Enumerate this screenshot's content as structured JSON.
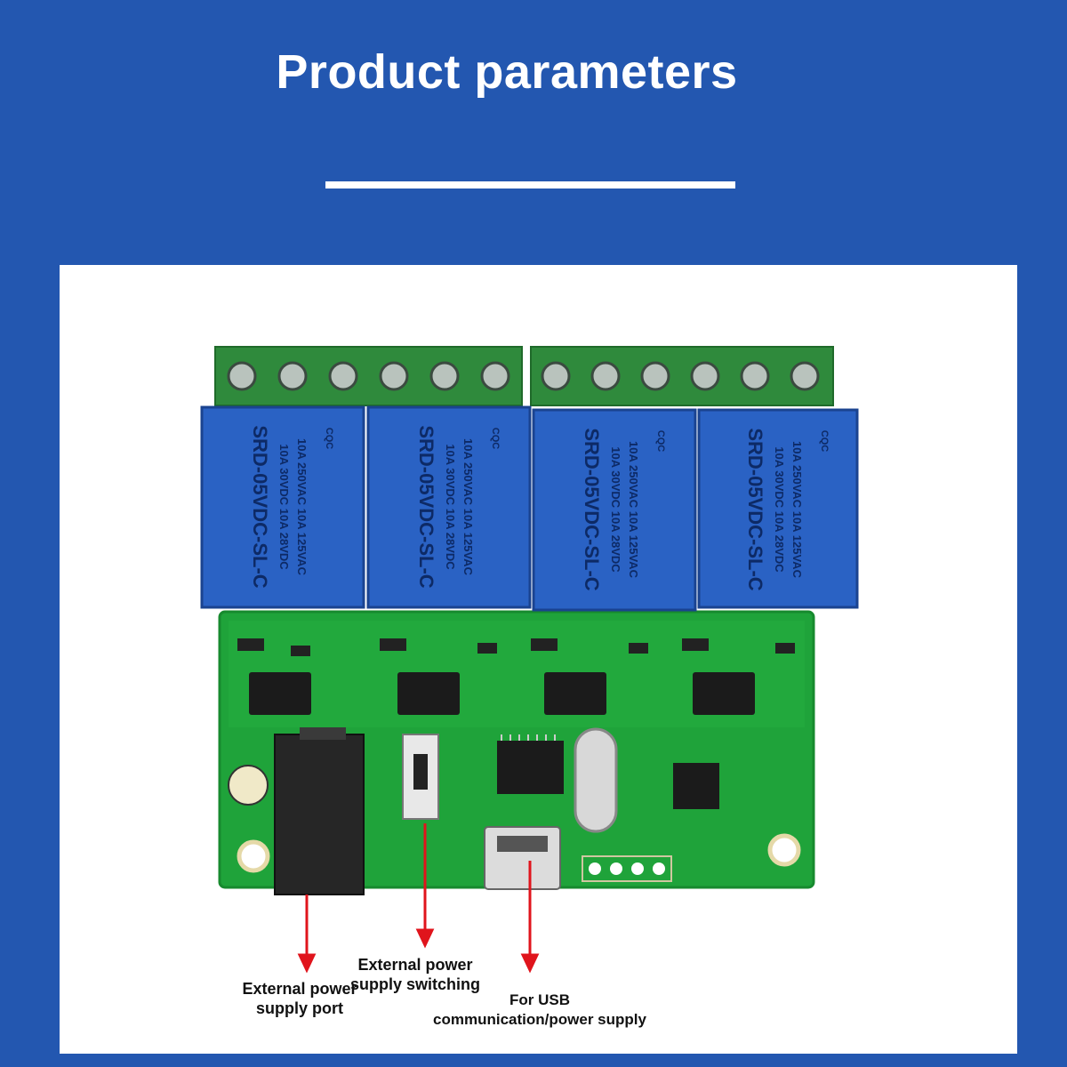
{
  "header": {
    "title": "Product parameters"
  },
  "relays": [
    {
      "brand": "CQC",
      "line1": "10A 250VAC 10A 125VAC",
      "line2": "10A 30VDC 10A 28VDC",
      "model": "SRD-05VDC-SL-C"
    },
    {
      "brand": "CQC",
      "line1": "10A 250VAC 10A 125VAC",
      "line2": "10A 30VDC 10A 28VDC",
      "model": "SRD-05VDC-SL-C"
    },
    {
      "brand": "CQC",
      "line1": "10A 250VAC 10A 125VAC",
      "line2": "10A 30VDC 10A 28VDC",
      "model": "SRD-05VDC-SL-C"
    },
    {
      "brand": "CQC",
      "line1": "10A 250VAC 10A 125VAC",
      "line2": "10A 30VDC 10A 28VDC",
      "model": "SRD-05VDC-SL-C"
    }
  ],
  "callouts": {
    "external_power_port": {
      "line1": "External power",
      "line2": "supply port"
    },
    "power_switching": {
      "line1": "External power",
      "line2": "supply switching"
    },
    "usb": {
      "line1": "For USB",
      "line2": "communication/power supply"
    }
  },
  "colors": {
    "background": "#2357b0",
    "pcb": "#1fa33a",
    "relay": "#2a62c4",
    "terminal": "#2f8a3c",
    "arrow": "#e0141c"
  }
}
